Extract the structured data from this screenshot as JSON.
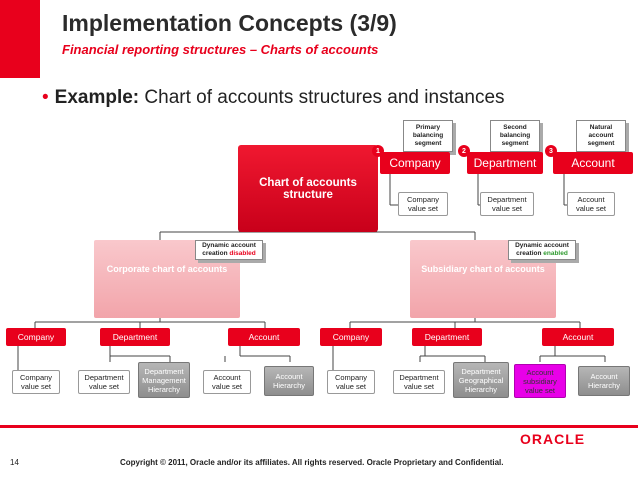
{
  "header": {
    "title": "Implementation Concepts (3/9)",
    "subtitle": "Financial reporting structures – Charts of accounts"
  },
  "bullet": {
    "lead": "Example:",
    "text": "Chart of accounts structures and instances"
  },
  "diagram": {
    "root": {
      "label": "Chart of accounts structure"
    },
    "segments": [
      {
        "number": "1",
        "note": "Primary balancing segment",
        "label": "Company",
        "value_set": "Company value set"
      },
      {
        "number": "2",
        "note": "Second balancing segment",
        "label": "Department",
        "value_set": "Department value set"
      },
      {
        "number": "3",
        "note": "Natural account segment",
        "label": "Account",
        "value_set": "Account value set"
      }
    ],
    "instances": [
      {
        "label": "Corporate chart of accounts",
        "note_prefix": "Dynamic account creation",
        "note_state": "disabled",
        "segments": [
          "Company",
          "Department",
          "Account"
        ],
        "value_sets": [
          "Company value set",
          "Department value set",
          "Department Management Hierarchy",
          "Account value set",
          "Account Hierarchy"
        ]
      },
      {
        "label": "Subsidiary chart of accounts",
        "note_prefix": "Dynamic account creation",
        "note_state": "enabled",
        "segments": [
          "Company",
          "Department",
          "Account"
        ],
        "value_sets": [
          "Company value set",
          "Department value set",
          "Department Geographical Hierarchy",
          "Account subsidiary value set",
          "Account Hierarchy"
        ]
      }
    ]
  },
  "footer": {
    "page_number": "14",
    "copyright": "Copyright © 2011, Oracle and/or its affiliates. All rights reserved. Oracle Proprietary and Confidential.",
    "logo": "ORACLE"
  },
  "colors": {
    "accent": "#e8001c",
    "instance": "#f2a4aa",
    "enabled": "#2e9a2e",
    "highlight": "#e800e8",
    "hierarchy": "#9a9a9a"
  }
}
